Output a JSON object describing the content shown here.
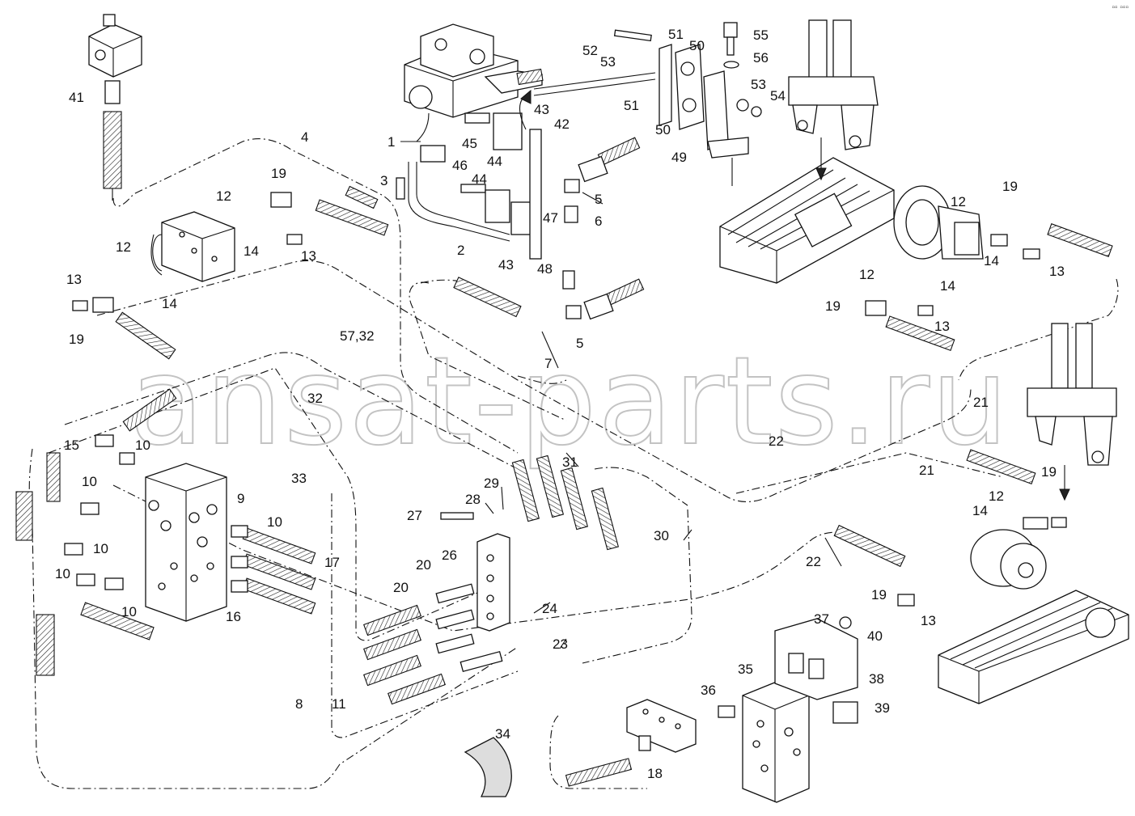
{
  "watermark": "ansat-parts.ru",
  "corner_mark": "▫▫ ▫▫▫",
  "callouts": [
    "1",
    "2",
    "3",
    "4",
    "5",
    "5",
    "6",
    "7",
    "8",
    "9",
    "10",
    "10",
    "10",
    "10",
    "10",
    "10",
    "11",
    "12",
    "12",
    "12",
    "12",
    "12",
    "13",
    "13",
    "13",
    "13",
    "13",
    "14",
    "14",
    "14",
    "14",
    "14",
    "15",
    "16",
    "17",
    "18",
    "19",
    "19",
    "19",
    "19",
    "19",
    "19",
    "20",
    "20",
    "21",
    "21",
    "22",
    "22",
    "23",
    "24",
    "26",
    "27",
    "28",
    "29",
    "30",
    "31",
    "32",
    "33",
    "34",
    "35",
    "36",
    "37",
    "38",
    "39",
    "40",
    "41",
    "42",
    "43",
    "43",
    "44",
    "44",
    "45",
    "46",
    "47",
    "48",
    "49",
    "50",
    "50",
    "51",
    "51",
    "52",
    "53",
    "53",
    "54",
    "55",
    "56",
    "57,32"
  ]
}
